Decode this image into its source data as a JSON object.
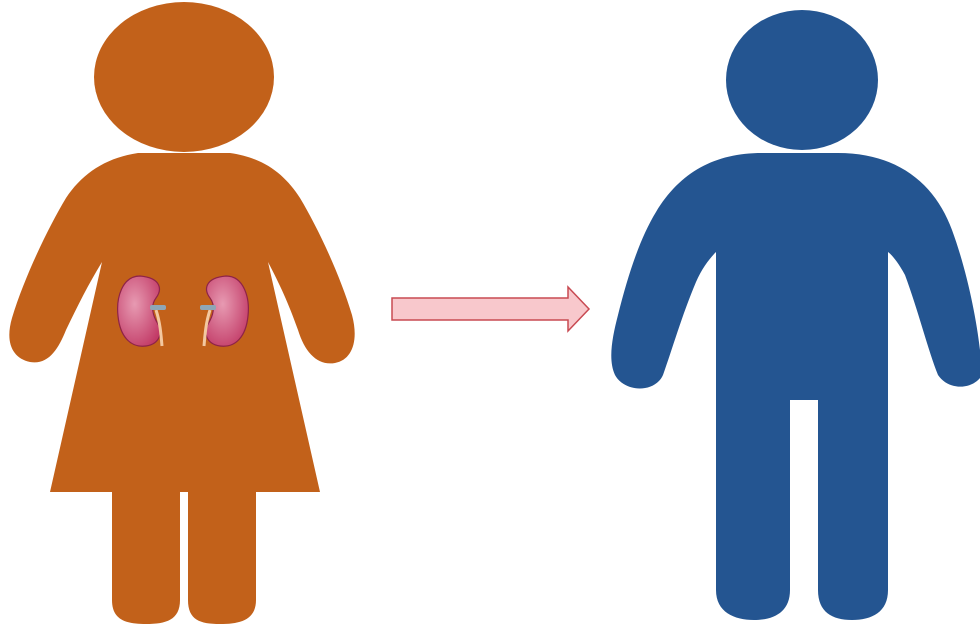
{
  "figures": {
    "donor": {
      "icon": "woman-silhouette",
      "color": "#c2611a",
      "organ": {
        "icon": "kidneys-pair",
        "count": 2,
        "kidney_color": "#c23a66",
        "kidney_highlight": "#e79ab2",
        "ureter_color": "#f3c8a0",
        "vessel_color": "#8fa6b6"
      }
    },
    "recipient": {
      "icon": "man-silhouette",
      "color": "#245591"
    }
  },
  "arrow": {
    "icon": "arrow-right",
    "fill": "#f8c8cc",
    "stroke": "#c84a52"
  }
}
